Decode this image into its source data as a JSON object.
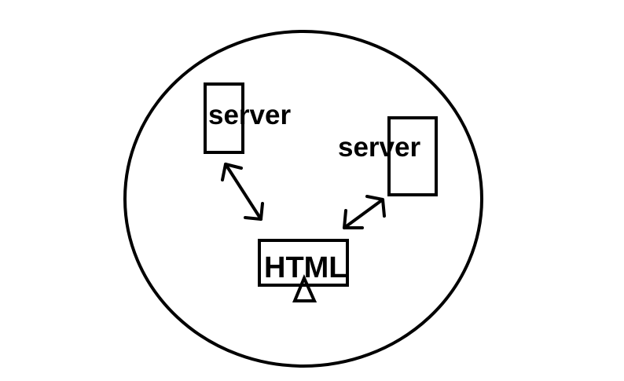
{
  "diagram": {
    "nodes": {
      "server_left": {
        "label": "server"
      },
      "server_right": {
        "label": "server"
      },
      "html_box": {
        "label": "HTML"
      }
    },
    "connections": [
      {
        "from": "server_left",
        "to": "html_box",
        "style": "double-arrow"
      },
      {
        "from": "server_right",
        "to": "html_box",
        "style": "double-arrow"
      }
    ],
    "colors": {
      "stroke": "#000000",
      "background": "#ffffff"
    }
  }
}
